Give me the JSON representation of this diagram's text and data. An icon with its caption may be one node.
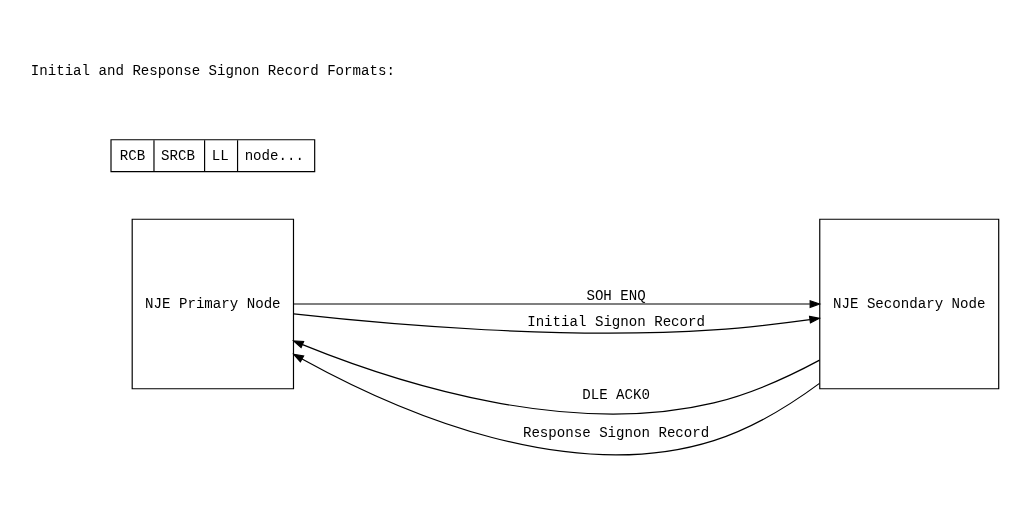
{
  "diagram": {
    "nodes": [
      {
        "text": [
          "NJE Primary Node"
        ]
      },
      {
        "text": [
          "NJE Secondary Node"
        ]
      },
      {
        "text": [
          "RCB",
          "SRCB",
          "LL",
          "node..."
        ]
      }
    ],
    "edges": [
      {
        "from": 0,
        "to": 1,
        "arrow": "to",
        "label": "SOH ENQ"
      },
      {
        "from": 1,
        "to": 0,
        "arrow": "to",
        "label": "DLE ACK0"
      },
      {
        "from": 0,
        "to": 1,
        "arrow": "to",
        "label": "Initial Signon Record"
      },
      {
        "from": 1,
        "to": 0,
        "arrow": "to",
        "label": "Response Signon Record"
      }
    ],
    "labels": [
      "Initial and Response Signon Record Formats:"
    ]
  }
}
